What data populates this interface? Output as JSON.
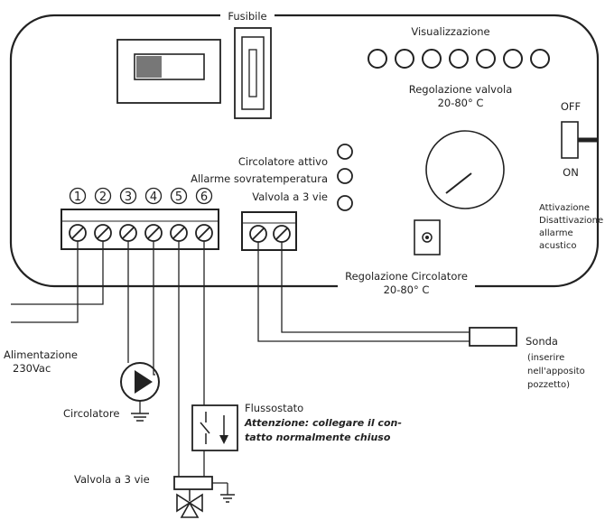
{
  "labels": {
    "fusibile": "Fusibile",
    "visualizzazione": "Visualizzazione",
    "regolazione_valvola": "Regolazione valvola",
    "range_valvola": "20-80° C",
    "off": "OFF",
    "on": "ON",
    "circolatore_attivo": "Circolatore attivo",
    "allarme": "Allarme sovratemperatura",
    "valvola_3vie_led": "Valvola a 3 vie",
    "attivazione": [
      "Attivazione",
      "Disattivazione",
      "allarme",
      "acustico"
    ],
    "regolazione_circolatore": "Regolazione Circolatore",
    "range_circolatore": "20-80° C",
    "alimentazione": "Alimentazione",
    "tensione": "230Vac",
    "circolatore": "Circolatore",
    "flussostato": "Flussostato",
    "attenzione": [
      "Attenzione: collegare il con-",
      "tatto normalmente chiuso"
    ],
    "valvola_3vie": "Valvola a 3 vie",
    "sonda": "Sonda",
    "sonda_note": [
      "(inserire",
      "nell'apposito",
      "pozzetto)"
    ]
  },
  "terminals": [
    "1",
    "2",
    "3",
    "4",
    "5",
    "6"
  ]
}
